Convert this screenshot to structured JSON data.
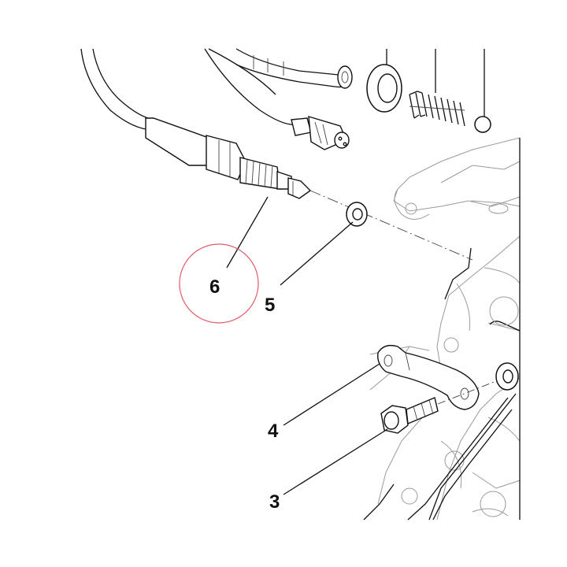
{
  "callouts": {
    "part_3": "3",
    "part_4": "4",
    "part_5": "5",
    "part_6": "6"
  },
  "highlight": {
    "target_part": "6",
    "circle_color": "#e05c6a"
  },
  "colors": {
    "line": "#111111",
    "casting": "#9a9a9a",
    "background": "#ffffff"
  }
}
